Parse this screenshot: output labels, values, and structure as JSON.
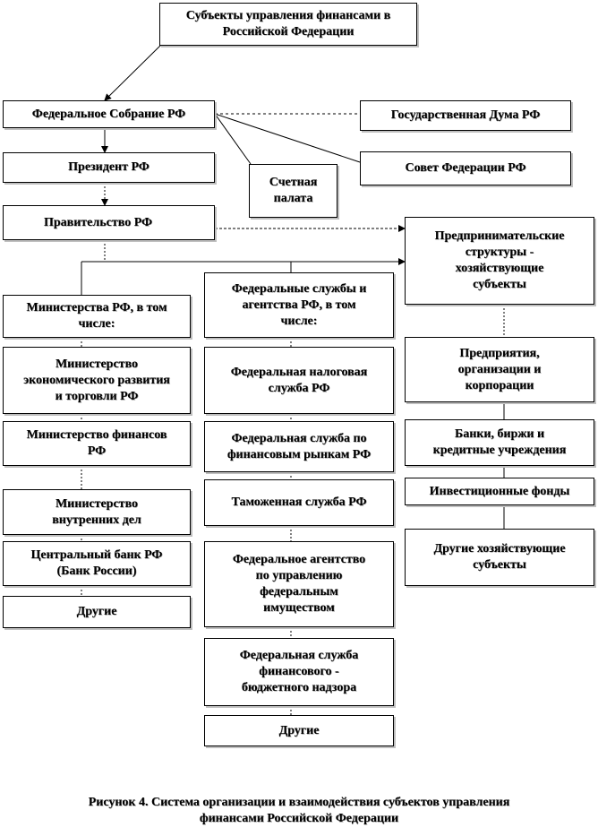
{
  "nodes": {
    "root": "Субъекты управления финансами в\nРоссийской Федерации",
    "federal_assembly": "Федеральное Собрание РФ",
    "state_duma": "Государственная Дума РФ",
    "federation_council": "Совет Федерации РФ",
    "accounts_chamber": "Счетная\nпалата",
    "president": "Президент РФ",
    "government": "Правительство РФ",
    "business_structures": "Предпринимательские\nструктуры -\nхозяйствующие\nсубъекты",
    "ministries_header": "Министерства РФ, в том\nчисле:",
    "min_economy": "Министерство\nэкономического развития\nи торговли РФ",
    "min_finance": "Министерство финансов\nРФ",
    "min_interior": "Министерство\nвнутренних дел",
    "central_bank": "Центральный банк РФ\n(Банк России)",
    "ministries_other": "Другие",
    "services_header": "Федеральные службы и\nагентства РФ, в том\nчисле:",
    "tax_service": "Федеральная налоговая\nслужба РФ",
    "fin_markets_service": "Федеральная служба по\nфинансовым рынкам РФ",
    "customs_service": "Таможенная служба РФ",
    "property_agency": "Федеральное агентство\nпо управлению\nфедеральным\nимуществом",
    "budget_supervision": "Федеральная служба\nфинансового -\nбюджетного надзора",
    "services_other": "Другие",
    "enterprises": "Предприятия,\nорганизации и\nкорпорации",
    "banks": "Банки, биржи и\nкредитные учреждения",
    "investment_funds": "Инвестиционные фонды",
    "other_entities": "Другие хозяйствующие\nсубъекты"
  },
  "caption": "Рисунок 4. Система организации и взаимодействия субъектов управления\nфинансами Российской Федерации"
}
